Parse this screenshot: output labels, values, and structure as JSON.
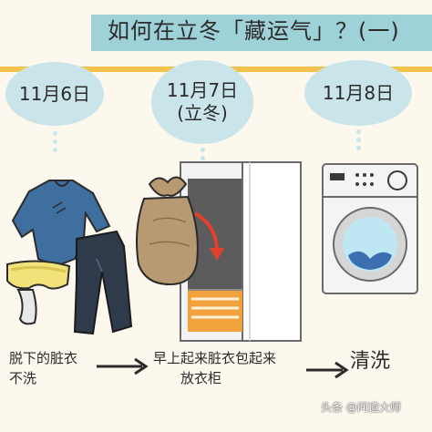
{
  "title": "如何在立冬「藏运气」？(一)",
  "timeline": [
    {
      "date": "11月6日",
      "sub": ""
    },
    {
      "date": "11月7日",
      "sub": "(立冬)"
    },
    {
      "date": "11月8日",
      "sub": ""
    }
  ],
  "captions": {
    "step1_line1": "脱下的脏衣",
    "step1_line2": "不洗",
    "step2_line1": "早上起来脏衣包起来",
    "step2_line2": "放衣柜",
    "step3": "清洗"
  },
  "watermark": "头条 @问道大师",
  "colors": {
    "title_band": "#9fd1d8",
    "timeline": "#f4c24a",
    "bubble": "#c9e5ea",
    "shirt": "#3e6f9e",
    "pants": "#2f3a4a",
    "underwear": "#f2e27a",
    "bag": "#b89a72",
    "arrow_red": "#e2402d",
    "towel_orange": "#f2a23c"
  },
  "icons": [
    "shirt-icon",
    "pants-icon",
    "underwear-icon",
    "sock-icon",
    "laundry-bag-icon",
    "wardrobe-icon",
    "washing-machine-icon",
    "arrow-icon"
  ]
}
